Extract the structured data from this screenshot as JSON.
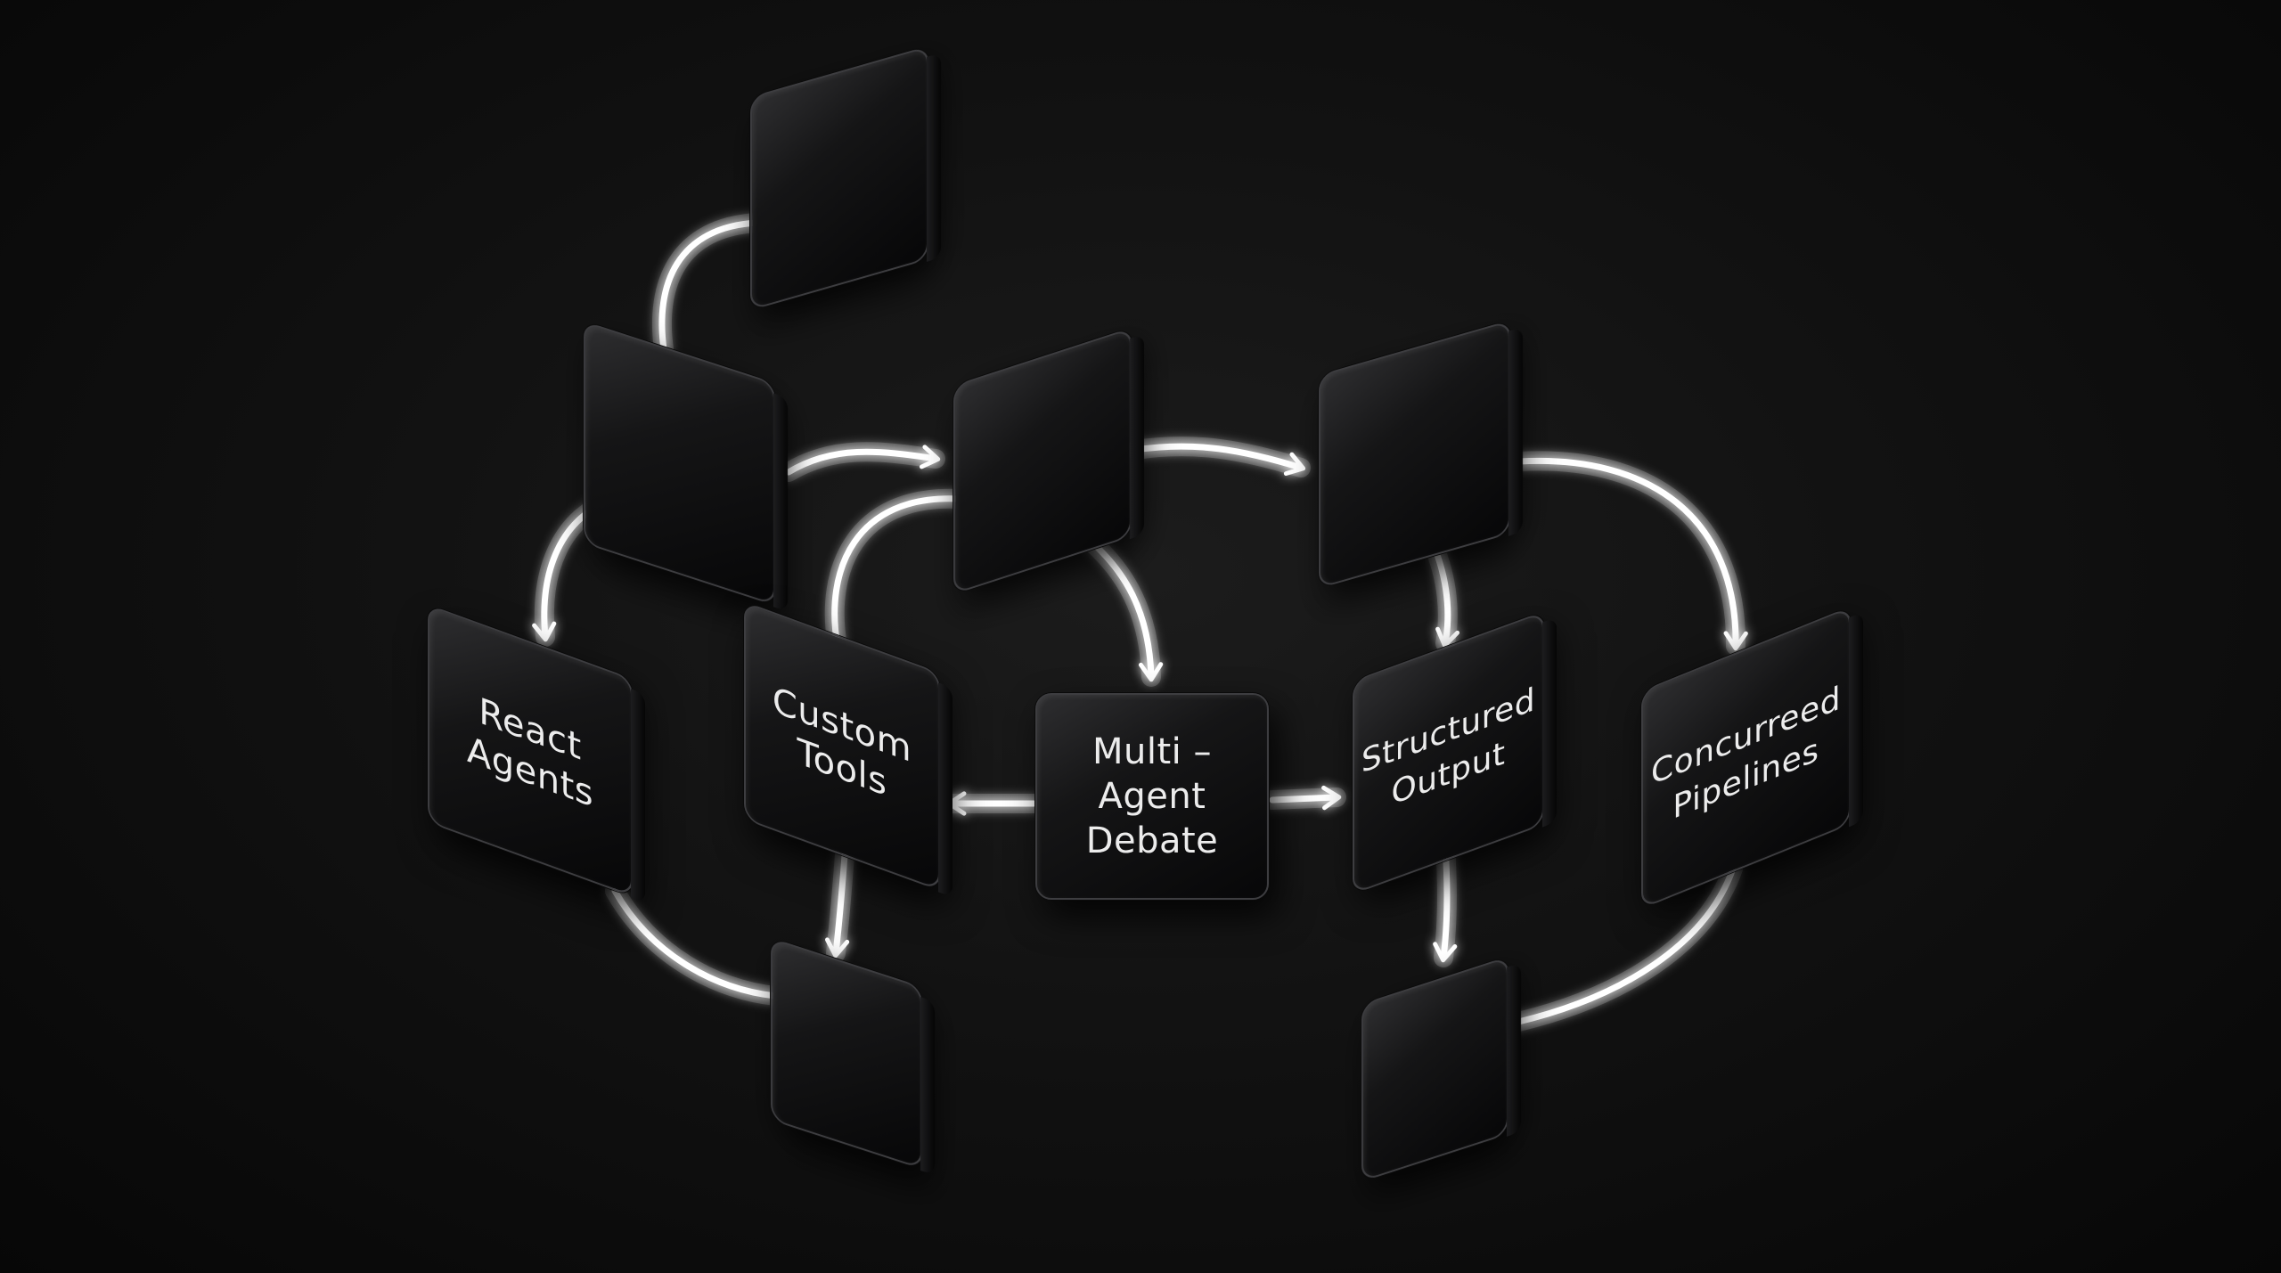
{
  "diagram": {
    "nodes": [
      {
        "id": "react-agents",
        "label": "React\nAgents"
      },
      {
        "id": "custom-tools",
        "label": "Custom\nTools"
      },
      {
        "id": "multi-agent-debate",
        "label": "Multi –\nAgent\nDebate"
      },
      {
        "id": "structured-output",
        "label": "Structured\nOutput"
      },
      {
        "id": "concurreed-pipelines",
        "label": "Concurreed\nPipelines"
      }
    ],
    "colors": {
      "background": "#0b0b0b",
      "card": "#141415",
      "glow": "#ffffff",
      "text": "#ececec"
    }
  }
}
